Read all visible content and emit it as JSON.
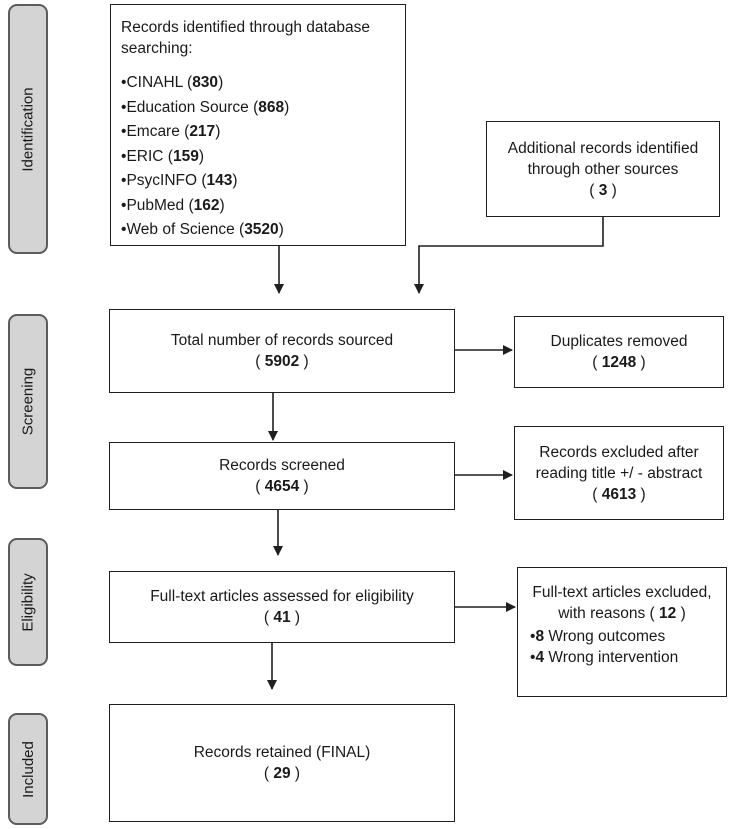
{
  "stages": {
    "identification": "Identification",
    "screening": "Screening",
    "eligibility": "Eligibility",
    "included": "Included"
  },
  "identification_box": {
    "title": "Records identified through database searching:",
    "sources": [
      {
        "name": "CINAHL",
        "count": "830"
      },
      {
        "name": "Education Source",
        "count": "868"
      },
      {
        "name": "Emcare",
        "count": "217"
      },
      {
        "name": "ERIC",
        "count": "159"
      },
      {
        "name": "PsycINFO",
        "count": "143"
      },
      {
        "name": "PubMed",
        "count": "162"
      },
      {
        "name": "Web of Science",
        "count": "3520"
      }
    ]
  },
  "additional_box": {
    "line1": "Additional records identified",
    "line2": "through other sources",
    "count": "3"
  },
  "total_box": {
    "label": "Total number of records sourced",
    "count": "5902"
  },
  "duplicates_box": {
    "label": "Duplicates removed",
    "count": "1248"
  },
  "screened_box": {
    "label": "Records screened",
    "count": "4654"
  },
  "excluded_box": {
    "line1": "Records excluded after",
    "line2": "reading title +/ - abstract",
    "count": "4613"
  },
  "fulltext_box": {
    "label": "Full-text articles assessed for eligibility",
    "count": "41"
  },
  "fulltext_excluded_box": {
    "line1": "Full-text articles excluded,",
    "line2": "with reasons",
    "count": "12",
    "reasons": [
      {
        "count": "8",
        "label": "Wrong outcomes"
      },
      {
        "count": "4",
        "label": "Wrong intervention"
      }
    ]
  },
  "retained_box": {
    "label": "Records retained (FINAL)",
    "count": "29"
  },
  "colors": {
    "stage_fill": "#d4d4d4",
    "stage_border": "#5c5c5c",
    "line": "#1f1f1f"
  }
}
